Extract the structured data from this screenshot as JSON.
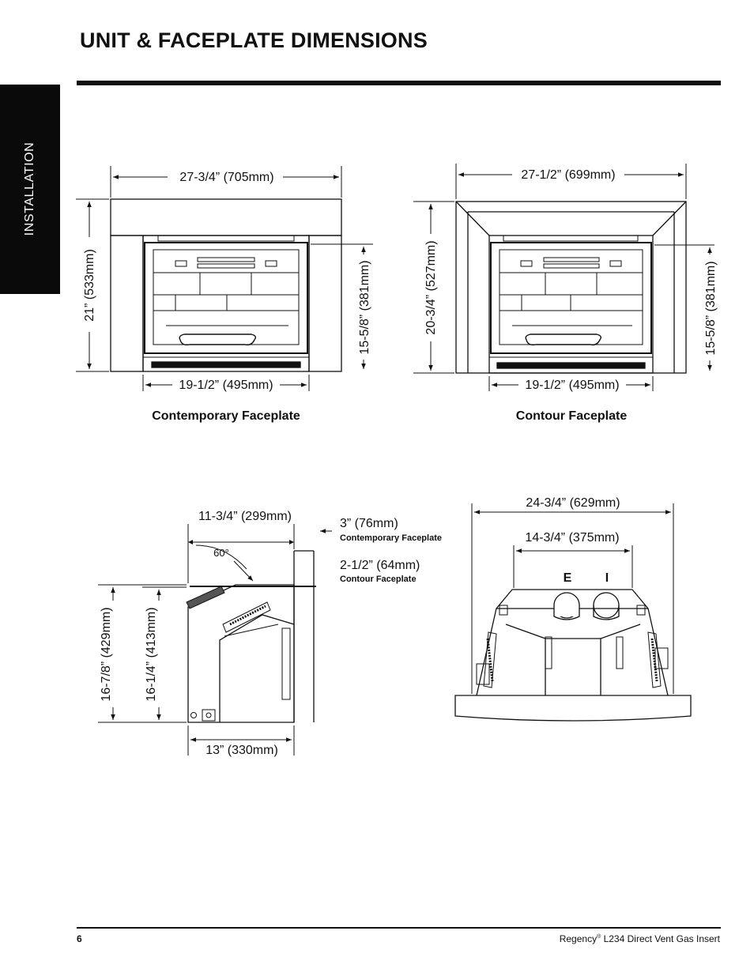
{
  "page": {
    "title": "UNIT & FACEPLATE DIMENSIONS",
    "side_tab": "INSTALLATION",
    "page_number": "6",
    "footer_brand": "Regency",
    "footer_reg": "®",
    "footer_text": " L234 Direct Vent Gas Insert"
  },
  "contemporary": {
    "width": "27-3/4” (705mm)",
    "height": "21” (533mm)",
    "opening_height": "15-5/8” (381mm)",
    "opening_width": "19-1/2” (495mm)",
    "caption": "Contemporary Faceplate"
  },
  "contour": {
    "width": "27-1/2” (699mm)",
    "height": "20-3/4” (527mm)",
    "opening_height": "15-5/8” (381mm)",
    "opening_width": "19-1/2” (495mm)",
    "caption": "Contour Faceplate"
  },
  "side_view": {
    "depth_top": "11-3/4” (299mm)",
    "angle": "60°",
    "offset_1": "3” (76mm)",
    "offset_1_note": "Contemporary Faceplate",
    "offset_2": "2-1/2” (64mm)",
    "offset_2_note": "Contour Faceplate",
    "height_total": "16-7/8” (429mm)",
    "height_unit": "16-1/4” (413mm)",
    "depth_bottom": "13” (330mm)"
  },
  "top_view": {
    "width_total": "24-3/4” (629mm)",
    "vent_spacing": "14-3/4” (375mm)",
    "exhaust": "E",
    "intake": "I"
  }
}
